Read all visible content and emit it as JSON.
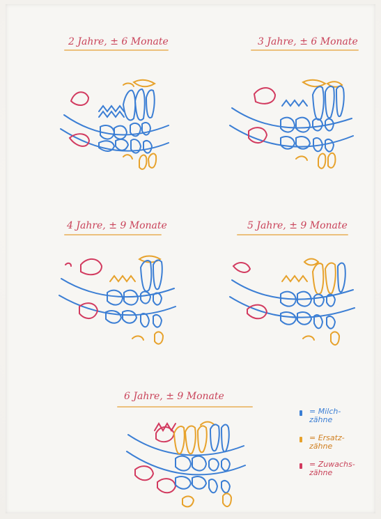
{
  "colors": {
    "milk": "#3b7ed4",
    "replacement": "#e7a22c",
    "growth": "#d23a5f",
    "title": "#c9435a"
  },
  "panels": [
    {
      "id": "panel-2-years",
      "title": "2 Jahre, ± 6 Monate"
    },
    {
      "id": "panel-3-years",
      "title": "3 Jahre, ± 6 Monate"
    },
    {
      "id": "panel-4-years",
      "title": "4 Jahre, ± 9 Monate"
    },
    {
      "id": "panel-5-years",
      "title": "5 Jahre, ± 9 Monate"
    },
    {
      "id": "panel-6-years",
      "title": "6 Jahre, ± 9 Monate"
    }
  ],
  "legend": [
    {
      "id": "milk",
      "text": "= Milch-\nzähne"
    },
    {
      "id": "replacement",
      "text": "= Ersatz-\nzähne"
    },
    {
      "id": "growth",
      "text": "= Zuwachs-\nzähne"
    }
  ]
}
